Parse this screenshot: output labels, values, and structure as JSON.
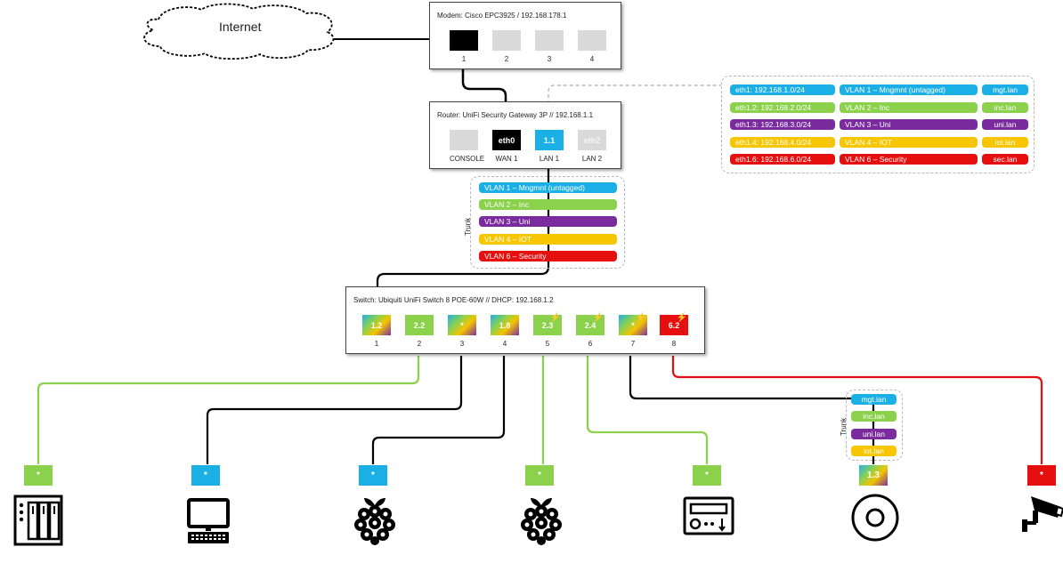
{
  "colors": {
    "vlan1": "#1ab0e6",
    "vlan2": "#8bd14c",
    "vlan3": "#7a2c9e",
    "vlan4": "#f7c600",
    "vlan6": "#e60f0f",
    "port_empty": "#d9d9d9",
    "port_black": "#000000"
  },
  "cloud": {
    "label": "Internet"
  },
  "modem": {
    "title": "Modem: Cisco EPC3925 / 192.168.178.1",
    "ports": [
      {
        "label": "",
        "num": "1",
        "color": "black"
      },
      {
        "label": "",
        "num": "2",
        "color": "empty"
      },
      {
        "label": "",
        "num": "3",
        "color": "empty"
      },
      {
        "label": "",
        "num": "4",
        "color": "empty"
      }
    ]
  },
  "router": {
    "title": "Router: UniFi Security Gateway 3P // 192.168.1.1",
    "ports": [
      {
        "label": "",
        "num": "CONSOLE",
        "color": "empty"
      },
      {
        "label": "eth0",
        "num": "WAN 1",
        "color": "black"
      },
      {
        "label": "1.1",
        "num": "LAN 1",
        "color": "vlan1"
      },
      {
        "label": "eth2",
        "num": "LAN 2",
        "color": "empty"
      }
    ]
  },
  "vlan_table": {
    "rows": [
      {
        "iface": "eth1:    192.168.1.0/24",
        "vlan": "VLAN 1 – Mngmnt (untagged)",
        "domain": "mgt.lan",
        "color": "vlan1"
      },
      {
        "iface": "eth1.2: 192.168.2.0/24",
        "vlan": "VLAN 2 – Inc",
        "domain": "inc.lan",
        "color": "vlan2"
      },
      {
        "iface": "eth1.3: 192.168.3.0/24",
        "vlan": "VLAN 3 – Uni",
        "domain": "uni.lan",
        "color": "vlan3"
      },
      {
        "iface": "eth1.4: 192.168.4.0/24",
        "vlan": "VLAN 4 – IOT",
        "domain": "iot.lan",
        "color": "vlan4"
      },
      {
        "iface": "eth1.6: 192.168.6.0/24",
        "vlan": "VLAN 6 – Security",
        "domain": "sec.lan",
        "color": "vlan6"
      }
    ]
  },
  "trunk": {
    "label": "Trunk",
    "vlans": [
      {
        "label": "VLAN 1 – Mngmnt (untagged)",
        "color": "vlan1"
      },
      {
        "label": "VLAN 2 – Inc",
        "color": "vlan2"
      },
      {
        "label": "VLAN 3 – Uni",
        "color": "vlan3"
      },
      {
        "label": "VLAN 4 – IOT",
        "color": "vlan4"
      },
      {
        "label": "VLAN 6 – Security",
        "color": "vlan6"
      }
    ]
  },
  "switch": {
    "title": "Switch: Ubiquiti UniFi Switch 8 POE-60W // DHCP: 192.168.1.2",
    "ports": [
      {
        "label": "1.2",
        "num": "1",
        "color": "grad",
        "poe": false,
        "poe_icon": ""
      },
      {
        "label": "2.2",
        "num": "2",
        "color": "vlan2",
        "poe": false,
        "poe_icon": ""
      },
      {
        "label": "*",
        "num": "3",
        "color": "grad",
        "poe": false,
        "poe_icon": ""
      },
      {
        "label": "1.8",
        "num": "4",
        "color": "grad",
        "poe": false,
        "poe_icon": ""
      },
      {
        "label": "2.3",
        "num": "5",
        "color": "vlan2",
        "poe": true,
        "poe_icon": "bolt-crossed-icon"
      },
      {
        "label": "2.4",
        "num": "6",
        "color": "vlan2",
        "poe": true,
        "poe_icon": "bolt-crossed-icon"
      },
      {
        "label": "*",
        "num": "7",
        "color": "grad",
        "poe": true,
        "poe_icon": "bolt-icon"
      },
      {
        "label": "6.2",
        "num": "8",
        "color": "vlan6",
        "poe": true,
        "poe_icon": "bolt-icon"
      }
    ]
  },
  "ap_trunk": {
    "label": "Trunk",
    "vlans": [
      {
        "label": "mgt.lan",
        "color": "vlan1"
      },
      {
        "label": "inc.lan",
        "color": "vlan2"
      },
      {
        "label": "uni.lan",
        "color": "vlan3"
      },
      {
        "label": "iot.lan",
        "color": "vlan4"
      }
    ]
  },
  "devices": [
    {
      "tag": "*",
      "color": "vlan2",
      "icon": "nas-icon"
    },
    {
      "tag": "*",
      "color": "vlan1",
      "icon": "computer-icon"
    },
    {
      "tag": "*",
      "color": "vlan1",
      "icon": "raspberry-pi-icon"
    },
    {
      "tag": "*",
      "color": "vlan2",
      "icon": "raspberry-pi-icon"
    },
    {
      "tag": "*",
      "color": "vlan2",
      "icon": "radio-receiver-icon"
    },
    {
      "tag": "1.3",
      "color": "grad",
      "icon": "access-point-icon"
    },
    {
      "tag": "*",
      "color": "vlan6",
      "icon": "security-camera-icon"
    }
  ]
}
